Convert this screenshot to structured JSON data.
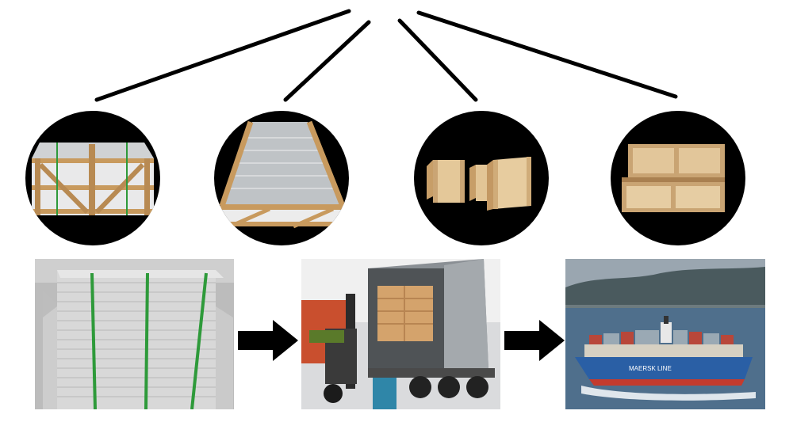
{
  "diagram": {
    "title": "",
    "colors": {
      "background": "#ffffff",
      "line": "#000000",
      "circle_bg": "#000000",
      "arrow": "#000000",
      "wood": "#d9b98a",
      "wood_dark": "#a98050",
      "granite": "#d4d4d4",
      "strap_green": "#2e9a3a",
      "strap_blue": "#2f6fa8",
      "container": "#8a8f94",
      "sea": "#4f6f8c",
      "ship_hull": "#2a5fa5",
      "ship_bottom": "#c33b2e"
    },
    "packaging_options": [
      {
        "id": "crate-with-straps",
        "icon": "wooden-crate-strapped-icon"
      },
      {
        "id": "open-top-crate",
        "icon": "open-wooden-crate-icon"
      },
      {
        "id": "plywood-boxes",
        "icon": "plywood-boxes-icon"
      },
      {
        "id": "stacked-plywood-cases",
        "icon": "stacked-plywood-cases-icon"
      }
    ],
    "process_steps": [
      {
        "id": "granite-slabs",
        "icon": "granite-slab-stack-icon"
      },
      {
        "id": "container-loading",
        "icon": "forklift-truck-container-icon"
      },
      {
        "id": "sea-shipping",
        "icon": "container-ship-icon"
      }
    ],
    "ship_hull_text": "MAERSK LINE"
  }
}
